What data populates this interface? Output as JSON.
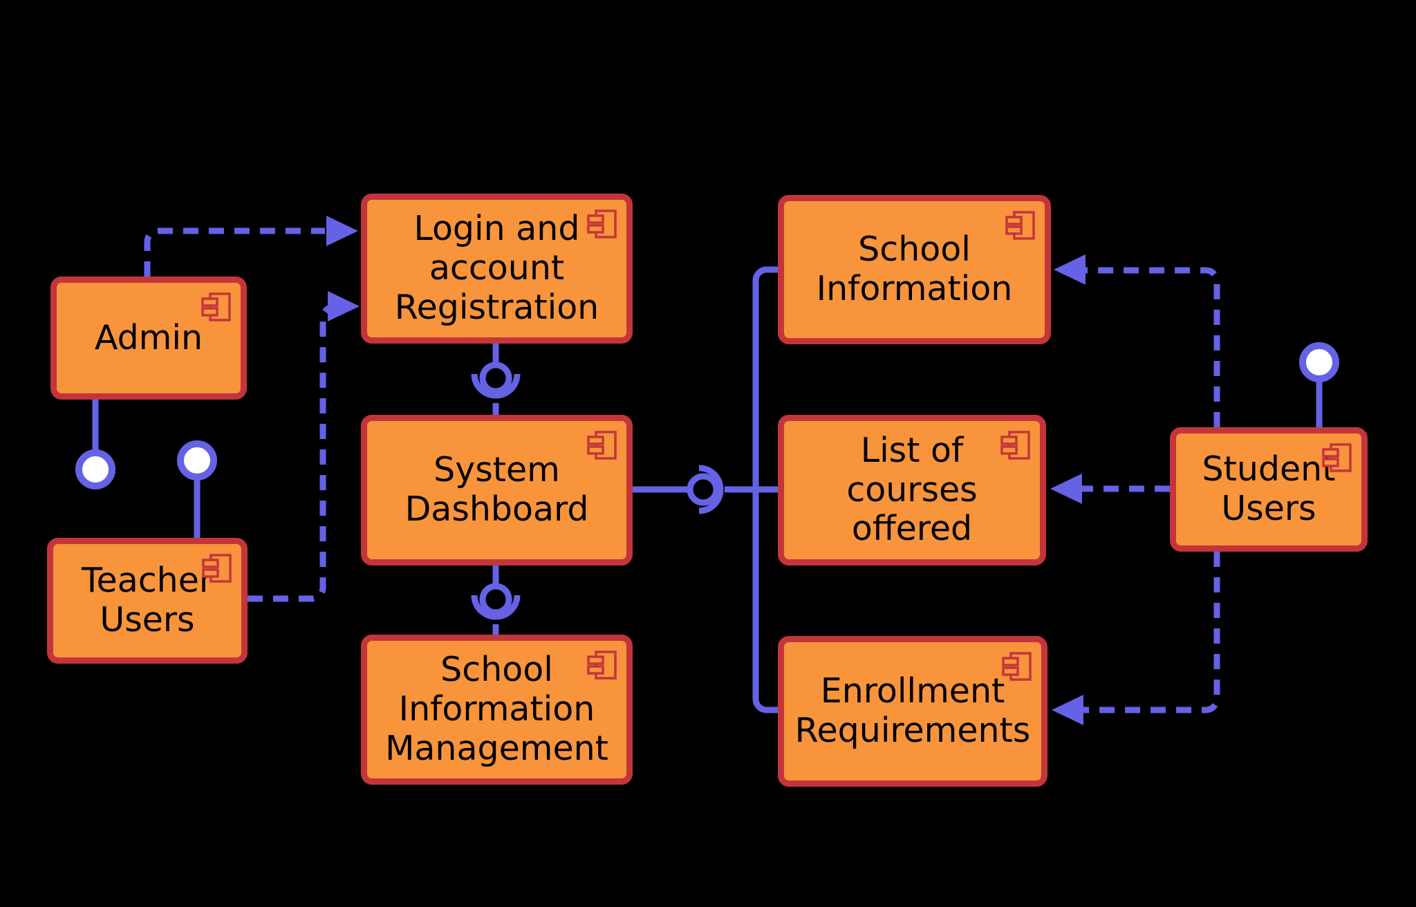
{
  "diagram": {
    "type": "uml-component-diagram",
    "background": "#000000",
    "colors": {
      "component_fill": "#F7943C",
      "component_border": "#C4353B",
      "connector": "#6562E6",
      "lollipop_fill": "#FFFFFF",
      "text": "#000000"
    },
    "components": [
      {
        "id": "admin",
        "label": "Admin"
      },
      {
        "id": "teacher-users",
        "label": "Teacher\nUsers"
      },
      {
        "id": "login-registration",
        "label": "Login and\naccount\nRegistration"
      },
      {
        "id": "system-dashboard",
        "label": "System\nDashboard"
      },
      {
        "id": "school-information-management",
        "label": "School\nInformation\nManagement"
      },
      {
        "id": "school-information",
        "label": "School\nInformation"
      },
      {
        "id": "list-of-courses",
        "label": "List of\ncourses offered"
      },
      {
        "id": "enrollment-requirements",
        "label": "Enrollment\nRequirements"
      },
      {
        "id": "student-users",
        "label": "Student\nUsers"
      }
    ],
    "relationships": [
      {
        "from": "Admin",
        "to": "Login and account Registration",
        "style": "dashed-arrow"
      },
      {
        "from": "Teacher Users",
        "to": "Login and account Registration",
        "style": "dashed-arrow"
      },
      {
        "from": "Student Users",
        "to": "School Information",
        "style": "dashed-arrow"
      },
      {
        "from": "Student Users",
        "to": "List of courses offered",
        "style": "dashed-arrow"
      },
      {
        "from": "Student Users",
        "to": "Enrollment Requirements",
        "style": "dashed-arrow"
      },
      {
        "from": "Admin",
        "to": "interface",
        "style": "lollipop-provided-interface"
      },
      {
        "from": "Teacher Users",
        "to": "interface",
        "style": "lollipop-provided-interface"
      },
      {
        "from": "Student Users",
        "to": "interface",
        "style": "lollipop-provided-interface"
      },
      {
        "from": "Login and account Registration",
        "to": "System Dashboard",
        "style": "ball-and-socket"
      },
      {
        "from": "System Dashboard",
        "to": "School Information Management",
        "style": "ball-and-socket"
      },
      {
        "from": "System Dashboard",
        "to": "School Information, List of courses offered, Enrollment Requirements",
        "style": "ball-and-socket"
      }
    ]
  }
}
